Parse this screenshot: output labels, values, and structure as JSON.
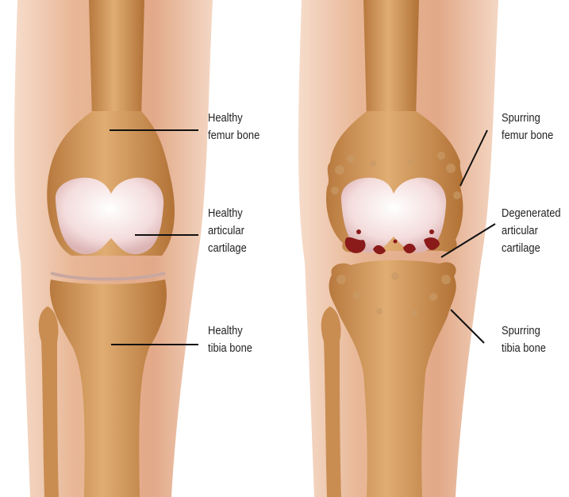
{
  "diagram": {
    "left_panel": {
      "labels": {
        "femur": "Healthy\nfemur bone",
        "cartilage": "Healthy\narticular\ncartilage",
        "tibia": "Healthy\ntibia bone"
      }
    },
    "right_panel": {
      "labels": {
        "femur": "Spurring\nfemur bone",
        "cartilage": "Degenerated\narticular\ncartilage",
        "tibia": "Spurring\ntibia bone"
      }
    }
  },
  "colors": {
    "skin": "#e6b08f",
    "bone": "#d49a5c",
    "bone_shade": "#b87a3e",
    "cartilage": "#f6dede",
    "damage": "#8b1a1a"
  }
}
